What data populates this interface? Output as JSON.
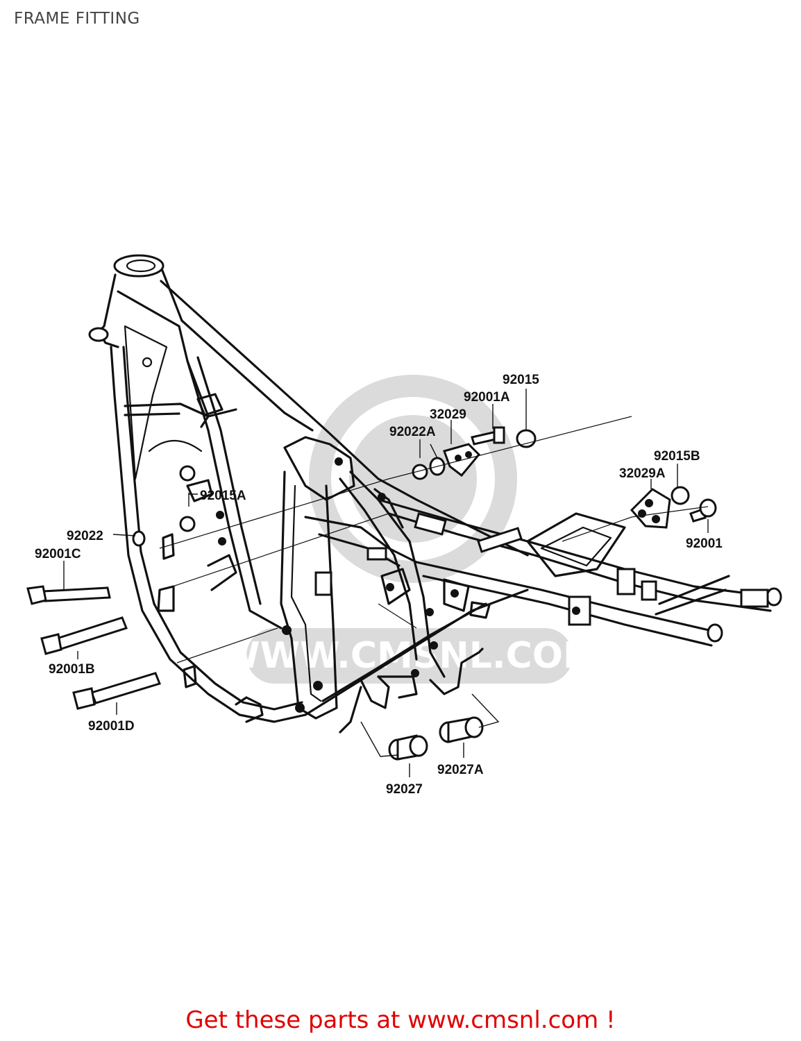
{
  "title": "FRAME FITTING",
  "watermark": {
    "text": "WWW.CMSNL.COM",
    "color": "#d8d8d8"
  },
  "part_labels": [
    {
      "id": "92015",
      "text": "92015"
    },
    {
      "id": "92001A",
      "text": "92001A"
    },
    {
      "id": "32029",
      "text": "32029"
    },
    {
      "id": "92022A",
      "text": "92022A"
    },
    {
      "id": "92015B",
      "text": "92015B"
    },
    {
      "id": "32029A",
      "text": "32029A"
    },
    {
      "id": "92001",
      "text": "92001"
    },
    {
      "id": "92015A",
      "text": "92015A"
    },
    {
      "id": "92022",
      "text": "92022"
    },
    {
      "id": "92001C",
      "text": "92001C"
    },
    {
      "id": "92001B",
      "text": "92001B"
    },
    {
      "id": "92001D",
      "text": "92001D"
    },
    {
      "id": "92027",
      "text": "92027"
    },
    {
      "id": "92027A",
      "text": "92027A"
    }
  ],
  "footer": {
    "text": "Get these parts at www.cmsnl.com !",
    "color": "#e00000"
  }
}
